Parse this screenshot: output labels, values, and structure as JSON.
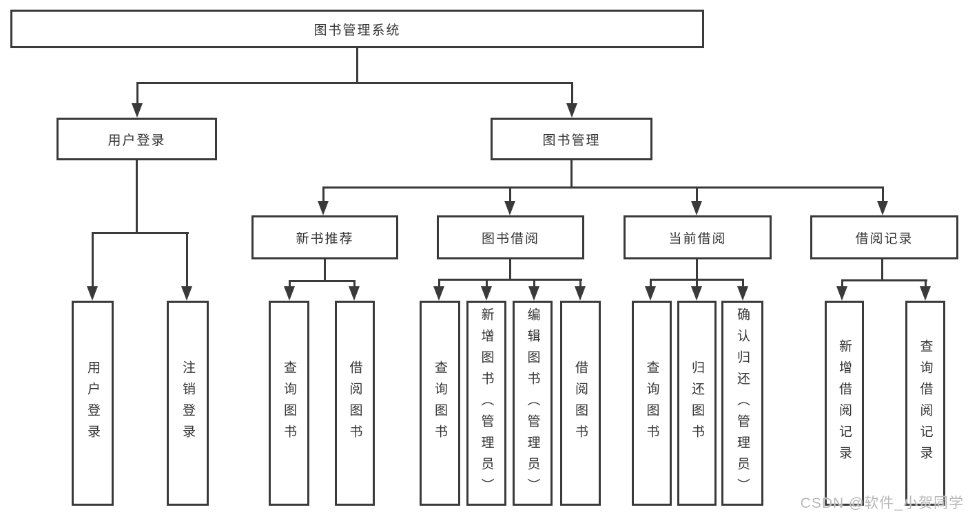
{
  "diagram": {
    "root": {
      "label": "图书管理系统"
    },
    "user_login": {
      "label": "用户登录",
      "children": [
        {
          "label": "用户登录"
        },
        {
          "label": "注销登录"
        }
      ]
    },
    "book_mgmt": {
      "label": "图书管理"
    },
    "sections": [
      {
        "label": "新书推荐",
        "children": [
          {
            "label": "查询图书"
          },
          {
            "label": "借阅图书"
          }
        ]
      },
      {
        "label": "图书借阅",
        "children": [
          {
            "label": "查询图书"
          },
          {
            "label": "新增图书（管理员）"
          },
          {
            "label": "编辑图书（管理员）"
          },
          {
            "label": "借阅图书"
          }
        ]
      },
      {
        "label": "当前借阅",
        "children": [
          {
            "label": "查询图书"
          },
          {
            "label": "归还图书"
          },
          {
            "label": "确认归还（管理员）"
          }
        ]
      },
      {
        "label": "借阅记录",
        "children": [
          {
            "label": "新增借阅记录"
          },
          {
            "label": "查询借阅记录"
          }
        ]
      }
    ]
  },
  "watermark": {
    "text": "CSDN @软件_小贺同学"
  },
  "colors": {
    "line": "#3a3a3a",
    "text": "#333333",
    "background": "#ffffff",
    "watermark": "#b9b9b9"
  }
}
